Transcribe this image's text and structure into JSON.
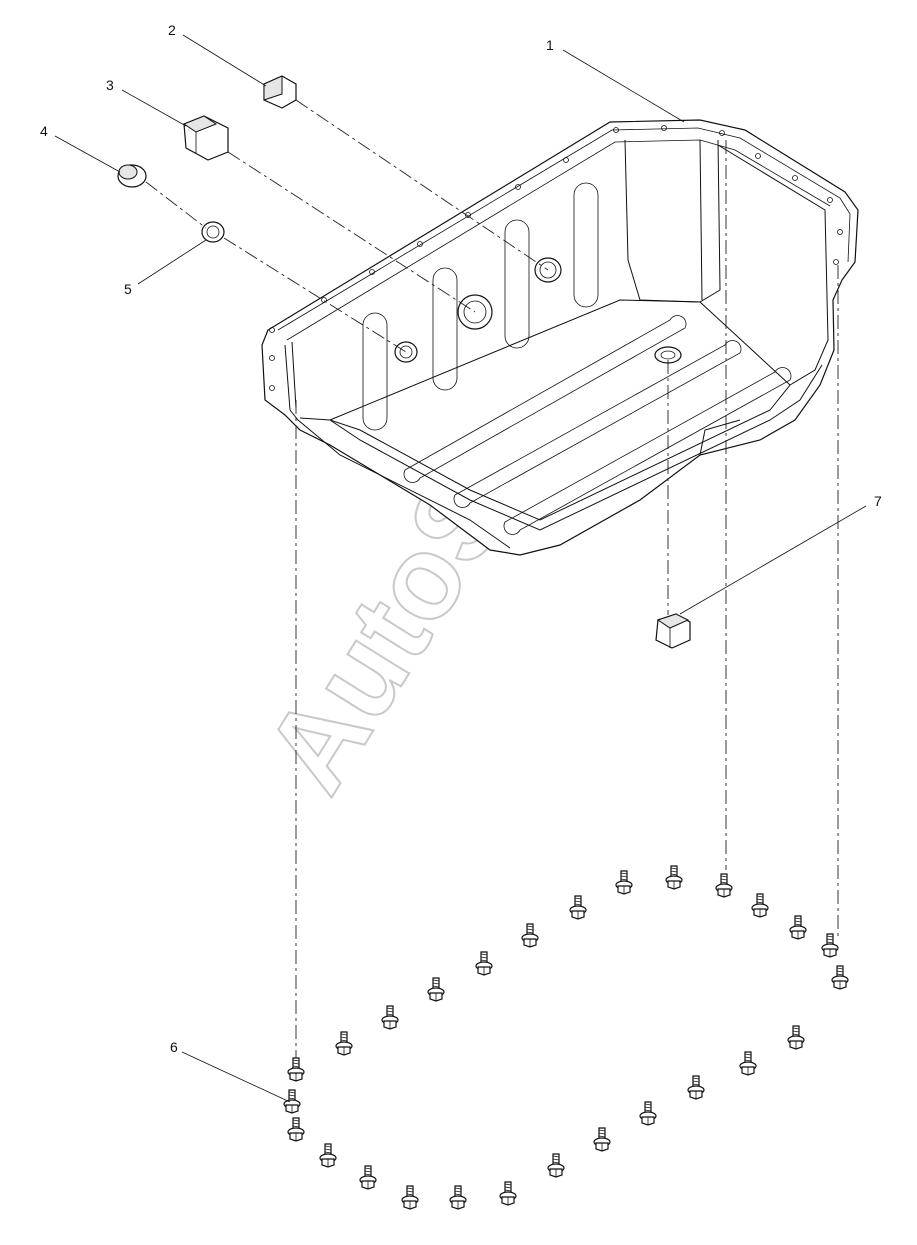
{
  "diagram": {
    "callouts": [
      {
        "label": "1"
      },
      {
        "label": "2"
      },
      {
        "label": "3"
      },
      {
        "label": "4"
      },
      {
        "label": "5"
      },
      {
        "label": "6"
      },
      {
        "label": "7"
      }
    ],
    "watermark": "AutoSoft"
  }
}
